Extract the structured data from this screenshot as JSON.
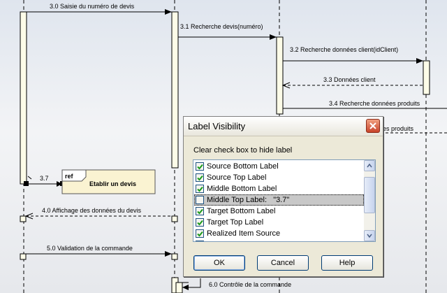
{
  "diagram": {
    "messages": {
      "m30": "3.0 Saisie du numéro de devis",
      "m31": "3.1 Recherche devis(numéro)",
      "m32": "3.2 Recherche données client(idClient)",
      "m33": "3.3 Données client",
      "m34": "3.4 Recherche données produits",
      "m35": "es produits",
      "m37": "3.7",
      "m40": "4.0 Affichage des données du devis",
      "m50": "5.0 Validation de la commande",
      "m60": "6.0 Contrôle de la commande"
    },
    "ref_frame": {
      "tag": "ref",
      "label": "Etablir un devis"
    }
  },
  "dialog": {
    "title": "Label Visibility",
    "instruction": "Clear check box to hide label",
    "items": [
      {
        "label": "Source Bottom Label",
        "checked": true
      },
      {
        "label": "Source Top Label",
        "checked": true
      },
      {
        "label": "Middle Bottom Label",
        "checked": true
      },
      {
        "label": "Middle Top Label:   \"3.7\"",
        "checked": false,
        "selected": true
      },
      {
        "label": "Target Bottom Label",
        "checked": true
      },
      {
        "label": "Target Top Label",
        "checked": true
      },
      {
        "label": "Realized Item Source",
        "checked": true
      },
      {
        "label": "Realized Item Destination",
        "checked": false
      }
    ],
    "buttons": {
      "ok": "OK",
      "cancel": "Cancel",
      "help": "Help"
    }
  },
  "colors": {
    "lifeline_fill": "#fdfce8",
    "ref_fill": "#faf3d2",
    "check": "#1a9a1a"
  }
}
